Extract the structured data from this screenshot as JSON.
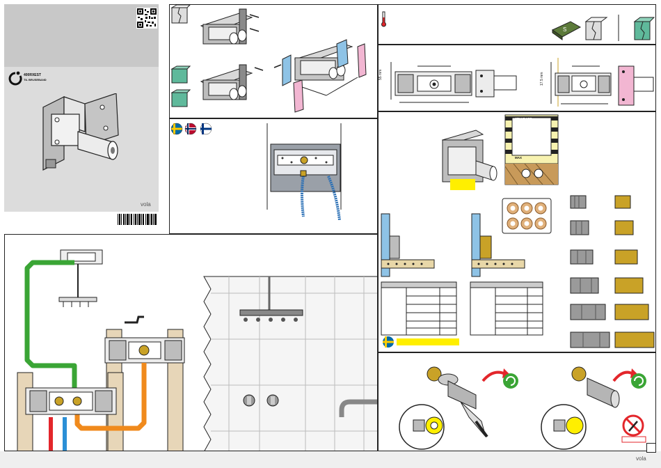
{
  "cover": {
    "product_code": "400RXEST",
    "product_subtitle": "TIL BRUSEBAND",
    "brand": "vola"
  },
  "colors": {
    "hot_pipe": "#e3262b",
    "cold_pipe": "#2b8fd6",
    "shower_pipe": "#3aa535",
    "spout_pipe": "#f08a1c",
    "highlight_yellow": "#ffef00",
    "panel_blue": "#8ec3e6",
    "panel_pink": "#f2b6d2",
    "board_green": "#5fb99b",
    "brass": "#c9a227"
  },
  "flags": [
    "sweden-flag",
    "norway-flag",
    "finland-flag"
  ],
  "depth_gauge": {
    "labels": [
      "STANDARD",
      "MAX"
    ]
  },
  "dimensions": {
    "left_height": "55 mm",
    "right_height": "17.5 mm"
  },
  "footer": {
    "brand": "vola"
  }
}
